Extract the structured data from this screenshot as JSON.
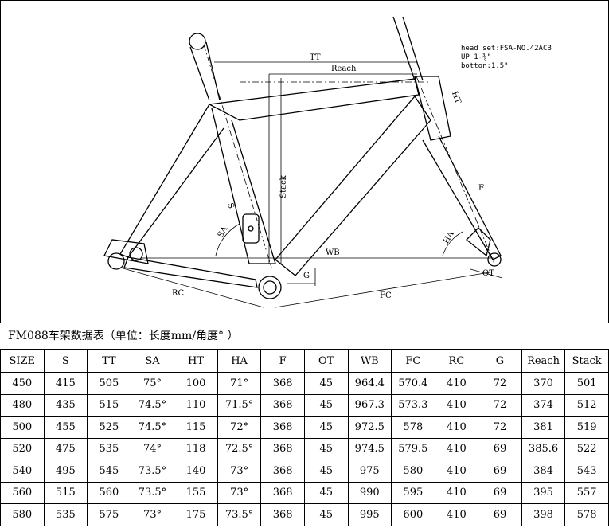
{
  "spec": {
    "headset": "head set:FSA-NO.42ACB",
    "up": "UP 1-⅜\"",
    "bottom": "botton:1.5\""
  },
  "labels": {
    "tt": "TT",
    "reach": "Reach",
    "ht": "HT",
    "stack": "Stack",
    "s": "S",
    "sa": "SA",
    "ha": "HA",
    "f": "F",
    "wb": "WB",
    "g": "G",
    "rc": "RC",
    "fc": "FC",
    "ot": "OT"
  },
  "caption": "FM088车架数据表（单位：长度mm/角度°  ）",
  "table": {
    "headers": [
      "SIZE",
      "S",
      "TT",
      "SA",
      "HT",
      "HA",
      "F",
      "OT",
      "WB",
      "FC",
      "RC",
      "G",
      "Reach",
      "Stack"
    ],
    "rows": [
      [
        "450",
        "415",
        "505",
        "75°",
        "100",
        "71°",
        "368",
        "45",
        "964.4",
        "570.4",
        "410",
        "72",
        "370",
        "501"
      ],
      [
        "480",
        "435",
        "515",
        "74.5°",
        "110",
        "71.5°",
        "368",
        "45",
        "967.3",
        "573.3",
        "410",
        "72",
        "374",
        "512"
      ],
      [
        "500",
        "455",
        "525",
        "74.5°",
        "115",
        "72°",
        "368",
        "45",
        "972.5",
        "578",
        "410",
        "72",
        "381",
        "519"
      ],
      [
        "520",
        "475",
        "535",
        "74°",
        "118",
        "72.5°",
        "368",
        "45",
        "974.5",
        "579.5",
        "410",
        "69",
        "385.6",
        "522"
      ],
      [
        "540",
        "495",
        "545",
        "73.5°",
        "140",
        "73°",
        "368",
        "45",
        "975",
        "580",
        "410",
        "69",
        "384",
        "543"
      ],
      [
        "560",
        "515",
        "560",
        "73.5°",
        "155",
        "73°",
        "368",
        "45",
        "990",
        "595",
        "410",
        "69",
        "395",
        "557"
      ],
      [
        "580",
        "535",
        "575",
        "73°",
        "175",
        "73.5°",
        "368",
        "45",
        "995",
        "600",
        "410",
        "69",
        "398",
        "578"
      ]
    ]
  }
}
